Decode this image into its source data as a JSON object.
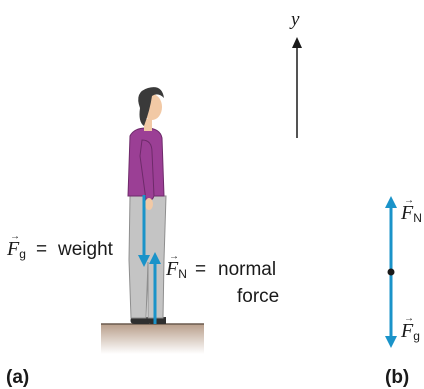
{
  "panel_a": {
    "label": "(a)",
    "weight_symbol": "F",
    "weight_subscript": "g",
    "weight_eq": "=",
    "weight_text": "weight",
    "normal_symbol": "F",
    "normal_subscript": "N",
    "normal_eq": "=",
    "normal_text_line1": "normal",
    "normal_text_line2": "force"
  },
  "panel_b": {
    "label": "(b)",
    "axis_label": "y",
    "fn_symbol": "F",
    "fn_subscript": "N",
    "fg_symbol": "F",
    "fg_subscript": "g"
  },
  "colors": {
    "vector_arrow": "#1a93c9",
    "outline": "#1a1a1a",
    "shirt": "#9b3f95",
    "pants": "#c4c4c4",
    "skin": "#f2c9a5",
    "hair": "#3a3a3a",
    "floor": "#b89e8a"
  }
}
